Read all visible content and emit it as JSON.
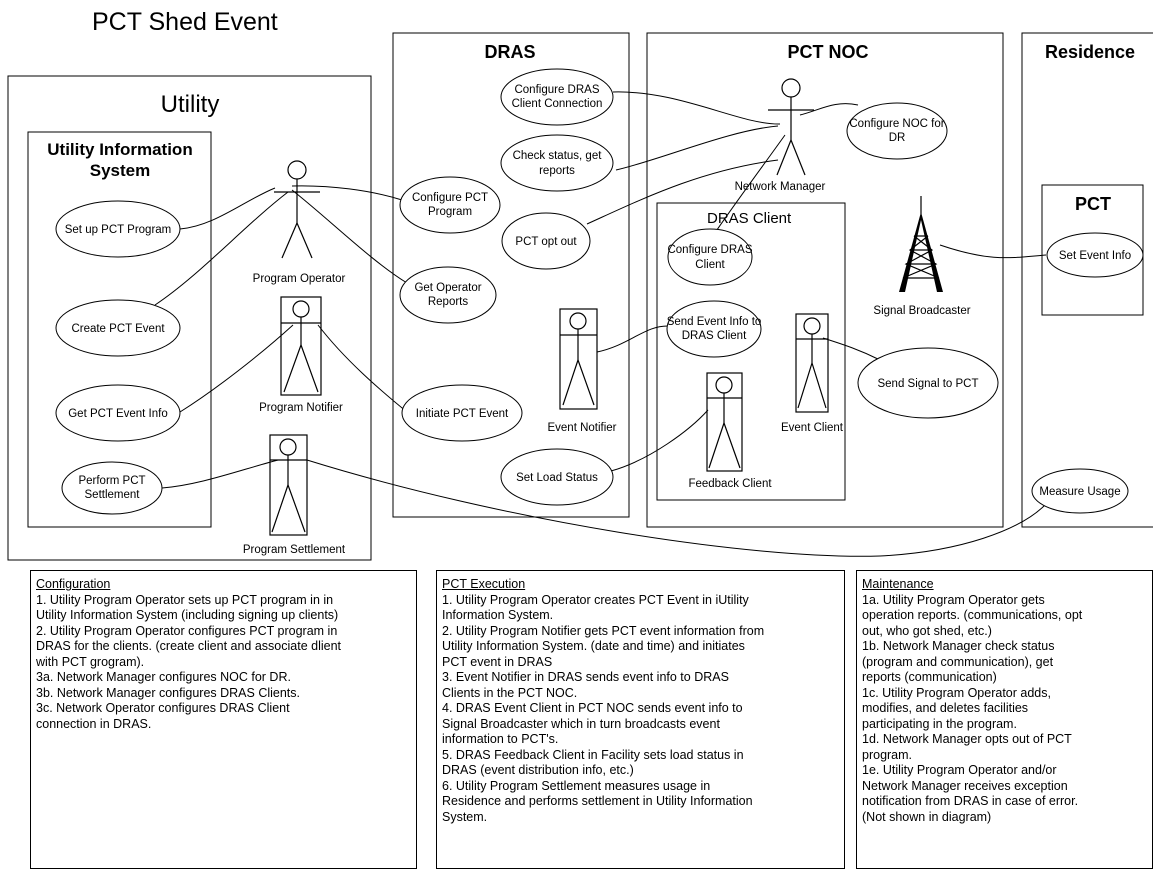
{
  "title": "PCT Shed Event",
  "regions": {
    "utility": "Utility",
    "uis_line1": "Utility Information",
    "uis_line2": "System",
    "dras": "DRAS",
    "pct_noc": "PCT NOC",
    "dras_client": "DRAS Client",
    "residence": "Residence",
    "pct": "PCT"
  },
  "use_cases": {
    "setup_pct_program": [
      "Set up PCT Program"
    ],
    "create_pct_event": [
      "Create PCT Event"
    ],
    "get_pct_event_info": [
      "Get PCT Event Info"
    ],
    "perform_pct_settlement": [
      "Perform PCT",
      "Settlement"
    ],
    "configure_dras_client_connection": [
      "Configure DRAS",
      "Client Connection"
    ],
    "check_status": [
      "Check status, get",
      "reports"
    ],
    "configure_pct_program": [
      "Configure PCT",
      "Program"
    ],
    "pct_opt_out": [
      "PCT opt out"
    ],
    "get_operator_reports": [
      "Get Operator",
      "Reports"
    ],
    "initiate_pct_event": [
      "Initiate PCT Event"
    ],
    "set_load_status": [
      "Set Load Status"
    ],
    "configure_noc_for_dr": [
      "Configure NOC for",
      "DR"
    ],
    "configure_dras_client": [
      "Configure DRAS",
      "Client"
    ],
    "send_event_info": [
      "Send Event Info to",
      "DRAS Client"
    ],
    "send_signal_to_pct": [
      "Send Signal to PCT"
    ],
    "set_event_info": [
      "Set Event Info"
    ],
    "measure_usage": [
      "Measure Usage"
    ]
  },
  "actors": {
    "program_operator": "Program Operator",
    "program_notifier": "Program Notifier",
    "program_settlement": "Program Settlement",
    "network_manager": "Network Manager",
    "event_notifier": "Event Notifier",
    "feedback_client": "Feedback Client",
    "event_client": "Event Client",
    "signal_broadcaster": "Signal Broadcaster"
  },
  "configuration": {
    "heading": "Configuration",
    "lines": [
      "1. Utility Program Operator sets up PCT program in in",
      "Utility Information System (including signing up clients)",
      "2. Utility Program Operator configures PCT program in",
      "DRAS for the clients. (create client and associate dlient",
      "with PCT grogram).",
      "3a. Network Manager configures NOC for DR.",
      "3b. Network Manager configures DRAS Clients.",
      "3c. Network Operator configures DRAS Client",
      "connection in DRAS."
    ]
  },
  "execution": {
    "heading": "PCT Execution",
    "lines": [
      "1. Utility Program Operator creates PCT Event in iUtility",
      "Information System.",
      "2. Utility Program Notifier gets PCT event information from",
      "Utility Information System. (date and time) and initiates",
      "PCT event in DRAS",
      "3. Event Notifier in DRAS sends event  info to DRAS",
      "Clients in the PCT NOC.",
      "4. DRAS Event Client in PCT NOC sends event info to",
      "Signal Broadcaster which in turn broadcasts event",
      "information to PCT's.",
      "5. DRAS Feedback Client in Facility sets load status in",
      "DRAS (event distribution info, etc.)",
      "6. Utility Program Settlement measures usage in",
      "Residence and performs settlement in Utility Information",
      "System."
    ]
  },
  "maintenance": {
    "heading": "Maintenance",
    "lines": [
      "1a. Utility Program Operator gets",
      "operation reports. (communications, opt",
      "out, who got shed, etc.)",
      "1b. Network Manager check status",
      "(program and communication), get",
      "reports (communication)",
      "1c. Utility Program Operator adds,",
      "modifies, and deletes facilities",
      "participating in the program.",
      "1d. Network Manager opts out of PCT",
      "program.",
      "1e. Utility Program Operator and/or",
      "Network Manager receives exception",
      "notification from DRAS in case of error.",
      "(Not shown in diagram)"
    ]
  }
}
